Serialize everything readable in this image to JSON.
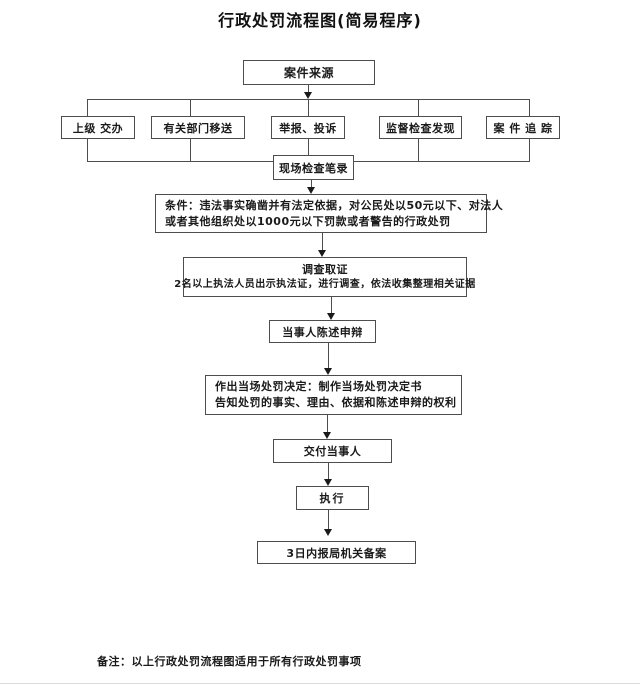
{
  "title": "行政处罚流程图(简易程序)",
  "flow": {
    "source": "案件来源",
    "channels": [
      "上级 交办",
      "有关部门移送",
      "举报、投诉",
      "监督检查发现",
      "案 件 追 踪"
    ],
    "record": "现场检查笔录",
    "condition": {
      "line1": "条件：违法事实确凿并有法定依据，对公民处以50元以下、对法人",
      "line2": "或者其他组织处以1000元以下罚款或者警告的行政处罚"
    },
    "investigate": {
      "title": "调查取证",
      "detail": "2名以上执法人员出示执法证，进行调查，依法收集整理相关证据"
    },
    "statement": "当事人陈述申辩",
    "decision": {
      "line1": "作出当场处罚决定：制作当场处罚决定书",
      "line2": "告知处罚的事实、理由、依据和陈述申辩的权利"
    },
    "deliver": "交付当事人",
    "execute": "执行",
    "report": "3日内报局机关备案"
  },
  "note": "备注：以上行政处罚流程图适用于所有行政处罚事项",
  "colors": {
    "line": "#4d4d4d",
    "text": "#1a1a1a",
    "background": "#ffffff"
  }
}
